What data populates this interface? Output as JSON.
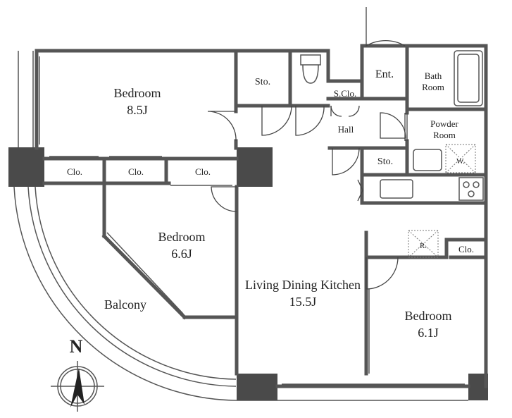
{
  "rooms": {
    "bedroom_nw": {
      "name": "Bedroom",
      "size": "8.5J"
    },
    "bedroom_w": {
      "name": "Bedroom",
      "size": "6.6J"
    },
    "bedroom_se": {
      "name": "Bedroom",
      "size": "6.1J"
    },
    "ldk": {
      "name": "Living Dining Kitchen",
      "size": "15.5J"
    },
    "balcony": "Balcony",
    "storage_top": "Sto.",
    "storage_mid": "Sto.",
    "shoe_closet": "S.Clo.",
    "entrance": "Ent.",
    "bath_room": [
      "Bath",
      "Room"
    ],
    "powder_room": [
      "Powder",
      "Room"
    ],
    "hall": "Hall",
    "closet": "Clo."
  },
  "fixtures": {
    "washer": "W.",
    "fridge": "R."
  },
  "compass": {
    "north_label": "N"
  }
}
